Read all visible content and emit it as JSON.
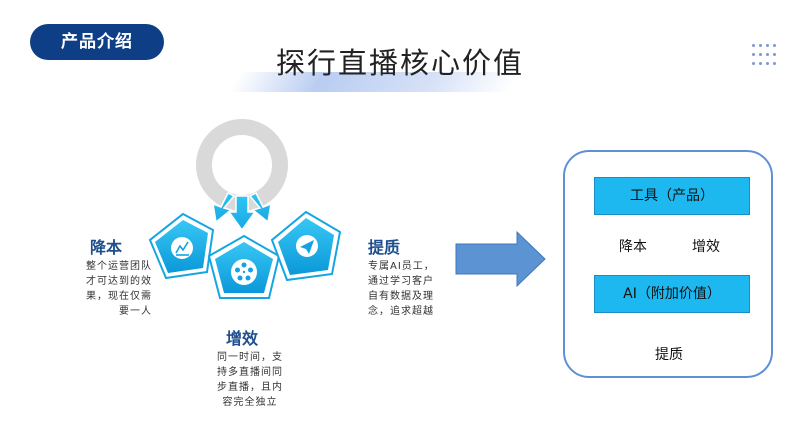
{
  "tag": {
    "label": "产品介绍"
  },
  "title": "探行直播核心价值",
  "left": {
    "jiangben": {
      "title": "降本",
      "lines": [
        "整个运营团队",
        "才可达到的效",
        "果，现在仅需",
        "要一人"
      ]
    },
    "zengxiao": {
      "title": "增效",
      "lines": [
        "同一时间，支",
        "持多直播间同",
        "步直播，且内",
        "容完全独立"
      ]
    },
    "tizhi": {
      "title": "提质",
      "lines": [
        "专属AI员工，",
        "通过学习客户",
        "自有数据及理",
        "念，追求超越"
      ]
    }
  },
  "icons": {
    "left_pentagon": "chart-icon",
    "center_pentagon": "film-reel-icon",
    "right_pentagon": "send-icon"
  },
  "panel": {
    "box_top": "工具（产品）",
    "mid_left": "降本",
    "mid_right": "增效",
    "box_bottom": "AI（附加价值）",
    "bottom": "提质"
  },
  "colors": {
    "brand_dark": "#0e3f86",
    "cyan": "#1cb8ef",
    "arrow_blue": "#5b93d3",
    "ring_gray": "#d9d9d9"
  }
}
